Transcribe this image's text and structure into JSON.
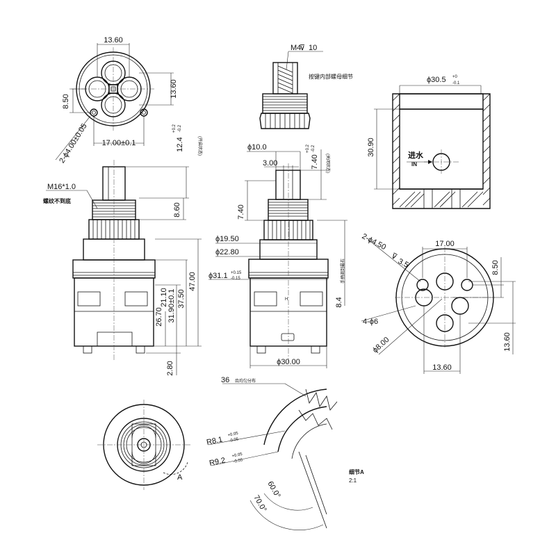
{
  "dimensions": {
    "top_width": "13.60",
    "top_right_height": "13.60",
    "left_8_50": "8.50",
    "hole_spec": "2-ϕ4.00±0.05",
    "hole_spacing": "17.00±0.1",
    "thread_callout": "M4",
    "thread_depth": "10",
    "stem_height_main": "12.4",
    "stem_height_tol_up": "+0.2",
    "stem_height_tol_dn": "-0.2",
    "thread_spec": "M16*1.0",
    "thread_chinese": "螺纹不到底",
    "thread_8_60": "8.60",
    "h_47": "47.00",
    "h_37_50": "37.50",
    "h_31_90": "31.90±0.1",
    "h_26_70": "26.70",
    "h_21_10": "21.10",
    "h_2_80": "2.80",
    "stem_d10": "ϕ10.0",
    "stem_w3": "3.00",
    "stem_h740_main": "7.40",
    "stem_h740_up": "+0.2",
    "stem_h740_dn": "-0.2",
    "side_740": "7.40",
    "d_19_50": "ϕ19.50",
    "d_22_80": "ϕ22.80",
    "d_31_1": "ϕ31.1",
    "d_31_1_up": "+0.15",
    "d_31_1_dn": "-0.15",
    "d_30_00": "ϕ30.00",
    "side_8_4": "8.4",
    "side_note_8_4": "手柄调到最右",
    "housing_d": "ϕ30.5",
    "housing_d_up": "+0",
    "housing_d_dn": "-0.1",
    "housing_h": "30.90",
    "inlet_cn": "进水",
    "inlet_en": "IN",
    "base_17_00": "17.00",
    "base_8_50": "8.50",
    "base_holes": "2-ϕ4.50",
    "base_hole_depth": "3.5",
    "base_4_6": "4-ϕ6",
    "base_d8": "ϕ8.00",
    "base_13_60_r": "13.60",
    "base_13_60_b": "13.60",
    "teeth_count": "36",
    "teeth_note": "齿均匀分布",
    "r8_1": "R8.1",
    "r8_1_up": "+0.05",
    "r8_1_dn": "-0.05",
    "r9_2": "R9.2",
    "r9_2_up": "+0.05",
    "r9_2_dn": "-0.05",
    "angle_60": "60.0°",
    "angle_70": "70.0°",
    "detail_label": "A",
    "detail_title": "细节A",
    "detail_scale": "2:1",
    "note_switch": "(开启状态)",
    "note_close": "(关闭状态)",
    "note_key": "按键内部螺母细节"
  }
}
